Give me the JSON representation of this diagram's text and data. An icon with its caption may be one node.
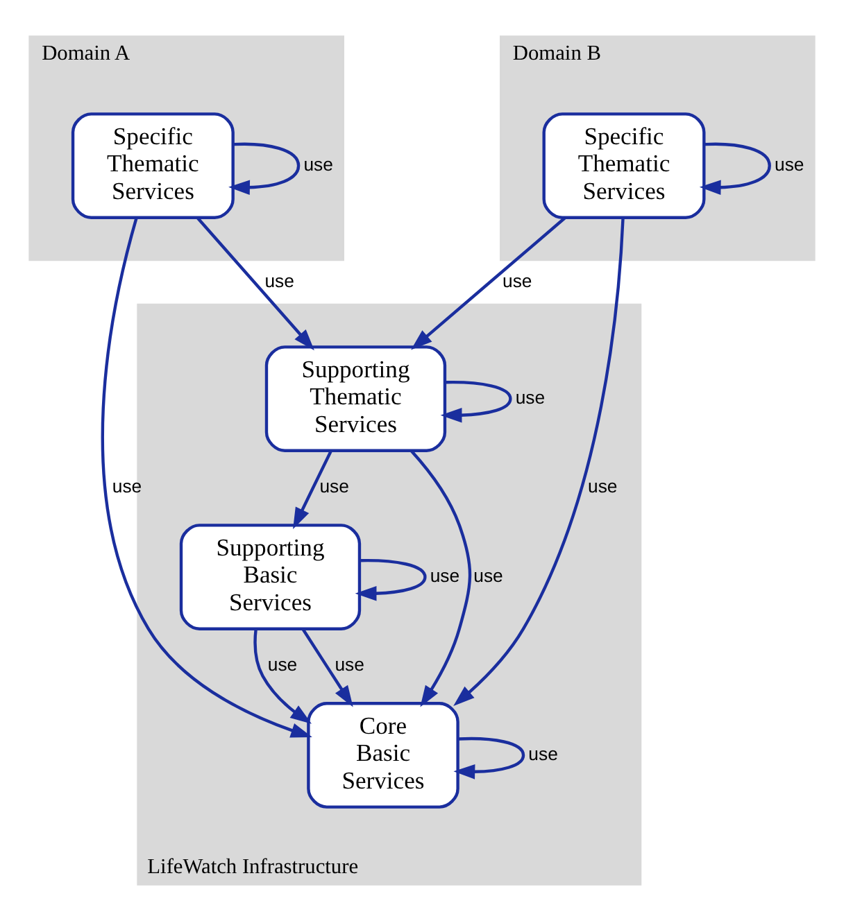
{
  "diagram": {
    "nodes": [
      {
        "text": [
          "Domain A"
        ]
      },
      {
        "text": [
          "Specific Thematic Services"
        ],
        "in": 0
      },
      {
        "text": [
          "Domain B"
        ]
      },
      {
        "text": [
          "Specific Thematic Services"
        ],
        "in": 2
      },
      {
        "text": [
          "LifeWatch Infrastructure"
        ]
      },
      {
        "text": [
          "Supporting Thematic Services"
        ],
        "in": 4
      },
      {
        "text": [
          "Supporting Basic Services"
        ],
        "in": 4
      },
      {
        "text": [
          "Core Basic Services"
        ],
        "in": 4
      }
    ],
    "edges": [
      {
        "from": 1,
        "to": 1,
        "arrow": "to",
        "label": "use"
      },
      {
        "from": 3,
        "to": 3,
        "arrow": "to",
        "label": "use"
      },
      {
        "from": 1,
        "to": 5,
        "arrow": "to",
        "label": "use"
      },
      {
        "from": 3,
        "to": 5,
        "arrow": "to",
        "label": "use"
      },
      {
        "from": 1,
        "to": 7,
        "arrow": "to",
        "label": "use"
      },
      {
        "from": 3,
        "to": 7,
        "arrow": "to",
        "label": "use"
      },
      {
        "from": 5,
        "to": 5,
        "arrow": "to",
        "label": "use"
      },
      {
        "from": 5,
        "to": 6,
        "arrow": "to",
        "label": "use"
      },
      {
        "from": 5,
        "to": 7,
        "arrow": "to",
        "label": "use"
      },
      {
        "from": 6,
        "to": 6,
        "arrow": "to",
        "label": "use"
      },
      {
        "from": 6,
        "to": 7,
        "arrow": "to",
        "label": "use"
      },
      {
        "from": 6,
        "to": 7,
        "arrow": "to",
        "label": "use"
      },
      {
        "from": 7,
        "to": 7,
        "arrow": "to",
        "label": "use"
      }
    ]
  }
}
